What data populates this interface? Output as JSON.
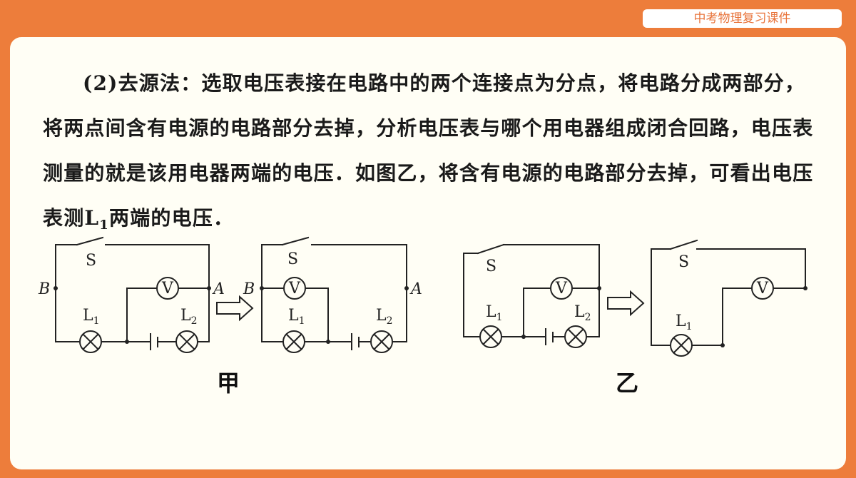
{
  "header": {
    "tag": "中考物理复习课件"
  },
  "paragraph": {
    "lead": "(2)去源法：",
    "body": "选取电压表接在电路中的两个连接点为分点，将电路分成两部分，将两点间含有电源的电路部分去掉，分析电压表与哪个用电器组成闭合回路，电压表测量的就是该用电器两端的电压．如图乙，将含有电源的电路部分去掉，可看出电压表测",
    "symbol": "L",
    "symbol_sub": "1",
    "tail": "两端的电压．"
  },
  "diagrams": {
    "caption_left": "甲",
    "caption_right": "乙",
    "switch_label": "S",
    "voltmeter_label": "V",
    "lamp1": "L",
    "lamp1_sub": "1",
    "lamp2": "L",
    "lamp2_sub": "2",
    "node_a": "A",
    "node_b": "B"
  },
  "colors": {
    "frame": "#ed7d3b",
    "panel": "#fffef5",
    "tag_text": "#e8733a"
  },
  "icons": {
    "arrow": "right-hollow-arrow-icon",
    "lamp": "lamp-cross-icon",
    "voltmeter": "voltmeter-circle-icon",
    "battery": "battery-cell-icon",
    "switch": "open-switch-icon"
  }
}
